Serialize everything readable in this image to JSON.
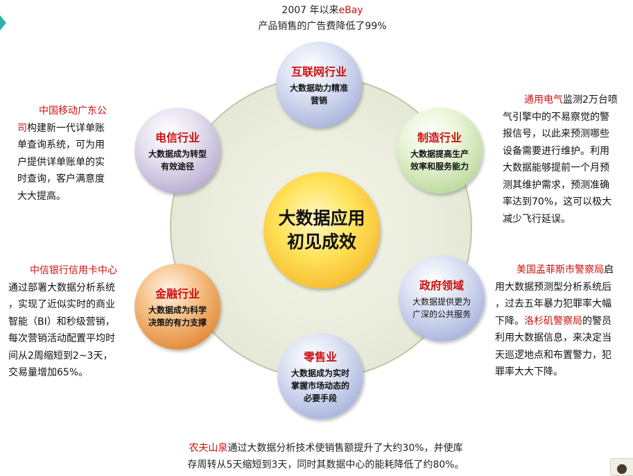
{
  "top_caption": {
    "line1_a": "2007 年以来",
    "line1_red": "eBay",
    "line2": "产品销售的广告费降低了99%"
  },
  "center": {
    "line1": "大数据应用",
    "line2": "初见成效"
  },
  "circles": {
    "internet": {
      "title": "互联网行业",
      "desc1": "大数据助力精准",
      "desc2": "营销"
    },
    "manufacturing": {
      "title": "制造行业",
      "desc1": "大数据提高生产",
      "desc2": "效率和服务能力"
    },
    "government": {
      "title": "政府领域",
      "desc1": "大数据提供更为",
      "desc2": "广深的公共服务"
    },
    "retail": {
      "title": "零售业",
      "desc1": "大数据成为实时",
      "desc2": "掌握市场动态的",
      "desc3": "必要手段"
    },
    "finance": {
      "title": "金融行业",
      "desc1": "大数据成为科学",
      "desc2": "决策的有力支撑"
    },
    "telecom": {
      "title": "电信行业",
      "desc1": "大数据成为转型",
      "desc2": "有效途径"
    }
  },
  "left_top": {
    "red": "中国移动广东公司",
    "lines": [
      "构建新一代详单账",
      "单查询系统，可为用",
      "户提供详单账单的实",
      "时查询，客户满意度",
      "大大提高。"
    ]
  },
  "left_bottom": {
    "red": "中信银行信用卡中心",
    "lines": [
      "通过部署大数据分析系统",
      "，实现了近似实时的商业",
      "智能（BI）和秒级营销，",
      "每次营销活动配置平均时",
      "间从2周缩短到2~3天，",
      "交易量增加65%。"
    ]
  },
  "right_top": {
    "red": "通用电气",
    "line1_rest": "监测2万台喷",
    "lines": [
      "气引擎中的不易察觉的警",
      "报信号，以此来预测哪些",
      "设备需要进行维护。利用",
      "大数据能够提前一个月预",
      "测其维护需求，预测准确",
      "率达到70%，这可以极大",
      "减少飞行延误。"
    ]
  },
  "right_bottom": {
    "red1": "美国孟菲斯市警察局",
    "line1_rest": "启",
    "line2": "用大数据预测型分析系统后",
    "line3": "，过去五年暴力犯罪率大幅",
    "line4_a": "下降。",
    "red2": "洛杉矶警察局",
    "line4_b": "的警员",
    "lines": [
      "利用大数据信息，来决定当",
      "天巡逻地点和布置警力，犯",
      "罪率大大下降。"
    ]
  },
  "bottom_caption": {
    "red": "农夫山泉",
    "line1_rest": "通过大数据分析技术使销售额提升了大约30%，并使库",
    "line2": "存周转从5天缩短到3天，同时其数据中心的能耗降低了约80%。"
  },
  "colors": {
    "accent_red": "#cc1111",
    "center_yellow": "#ffe35a",
    "ring": "#e8ebda"
  }
}
